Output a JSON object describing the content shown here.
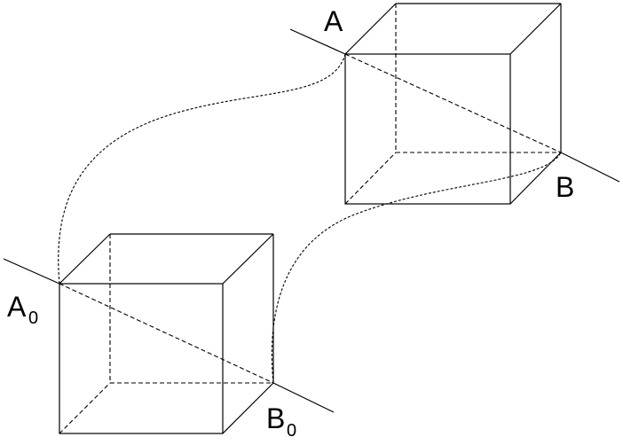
{
  "labels": {
    "A": "A",
    "B": "B",
    "A0_main": "A",
    "A0_sub": "0",
    "B0_main": "B",
    "B0_sub": "0"
  },
  "colors": {
    "stroke": "#000000",
    "background": "#ffffff"
  }
}
